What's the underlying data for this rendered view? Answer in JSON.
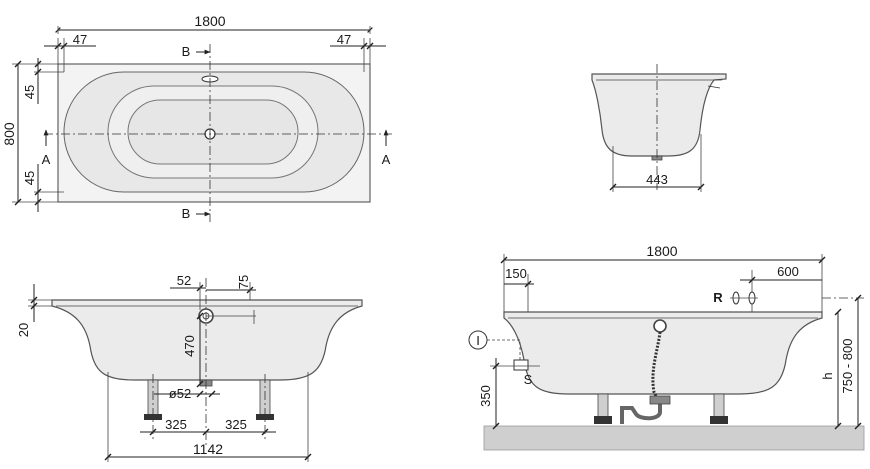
{
  "top_view": {
    "width": "1800",
    "offset_left": "47",
    "offset_right": "47",
    "height": "800",
    "rim_top": "45",
    "rim_bottom": "45",
    "section_a_left": "A",
    "section_a_right": "A",
    "section_b_top": "B",
    "section_b_bottom": "B"
  },
  "end_view": {
    "bottom_width": "443"
  },
  "side_view_left": {
    "dim_52": "52",
    "dim_75": "75",
    "dim_20": "20",
    "dim_470": "470",
    "drain_dia": "ø52",
    "leg_left": "325",
    "leg_right": "325",
    "total": "1142"
  },
  "side_view_right": {
    "total": "1800",
    "dim_150": "150",
    "dim_600": "600",
    "label_r": "R",
    "label_i": "I",
    "label_s": "S",
    "dim_350": "350",
    "label_h": "h",
    "height_range": "750 - 800"
  }
}
